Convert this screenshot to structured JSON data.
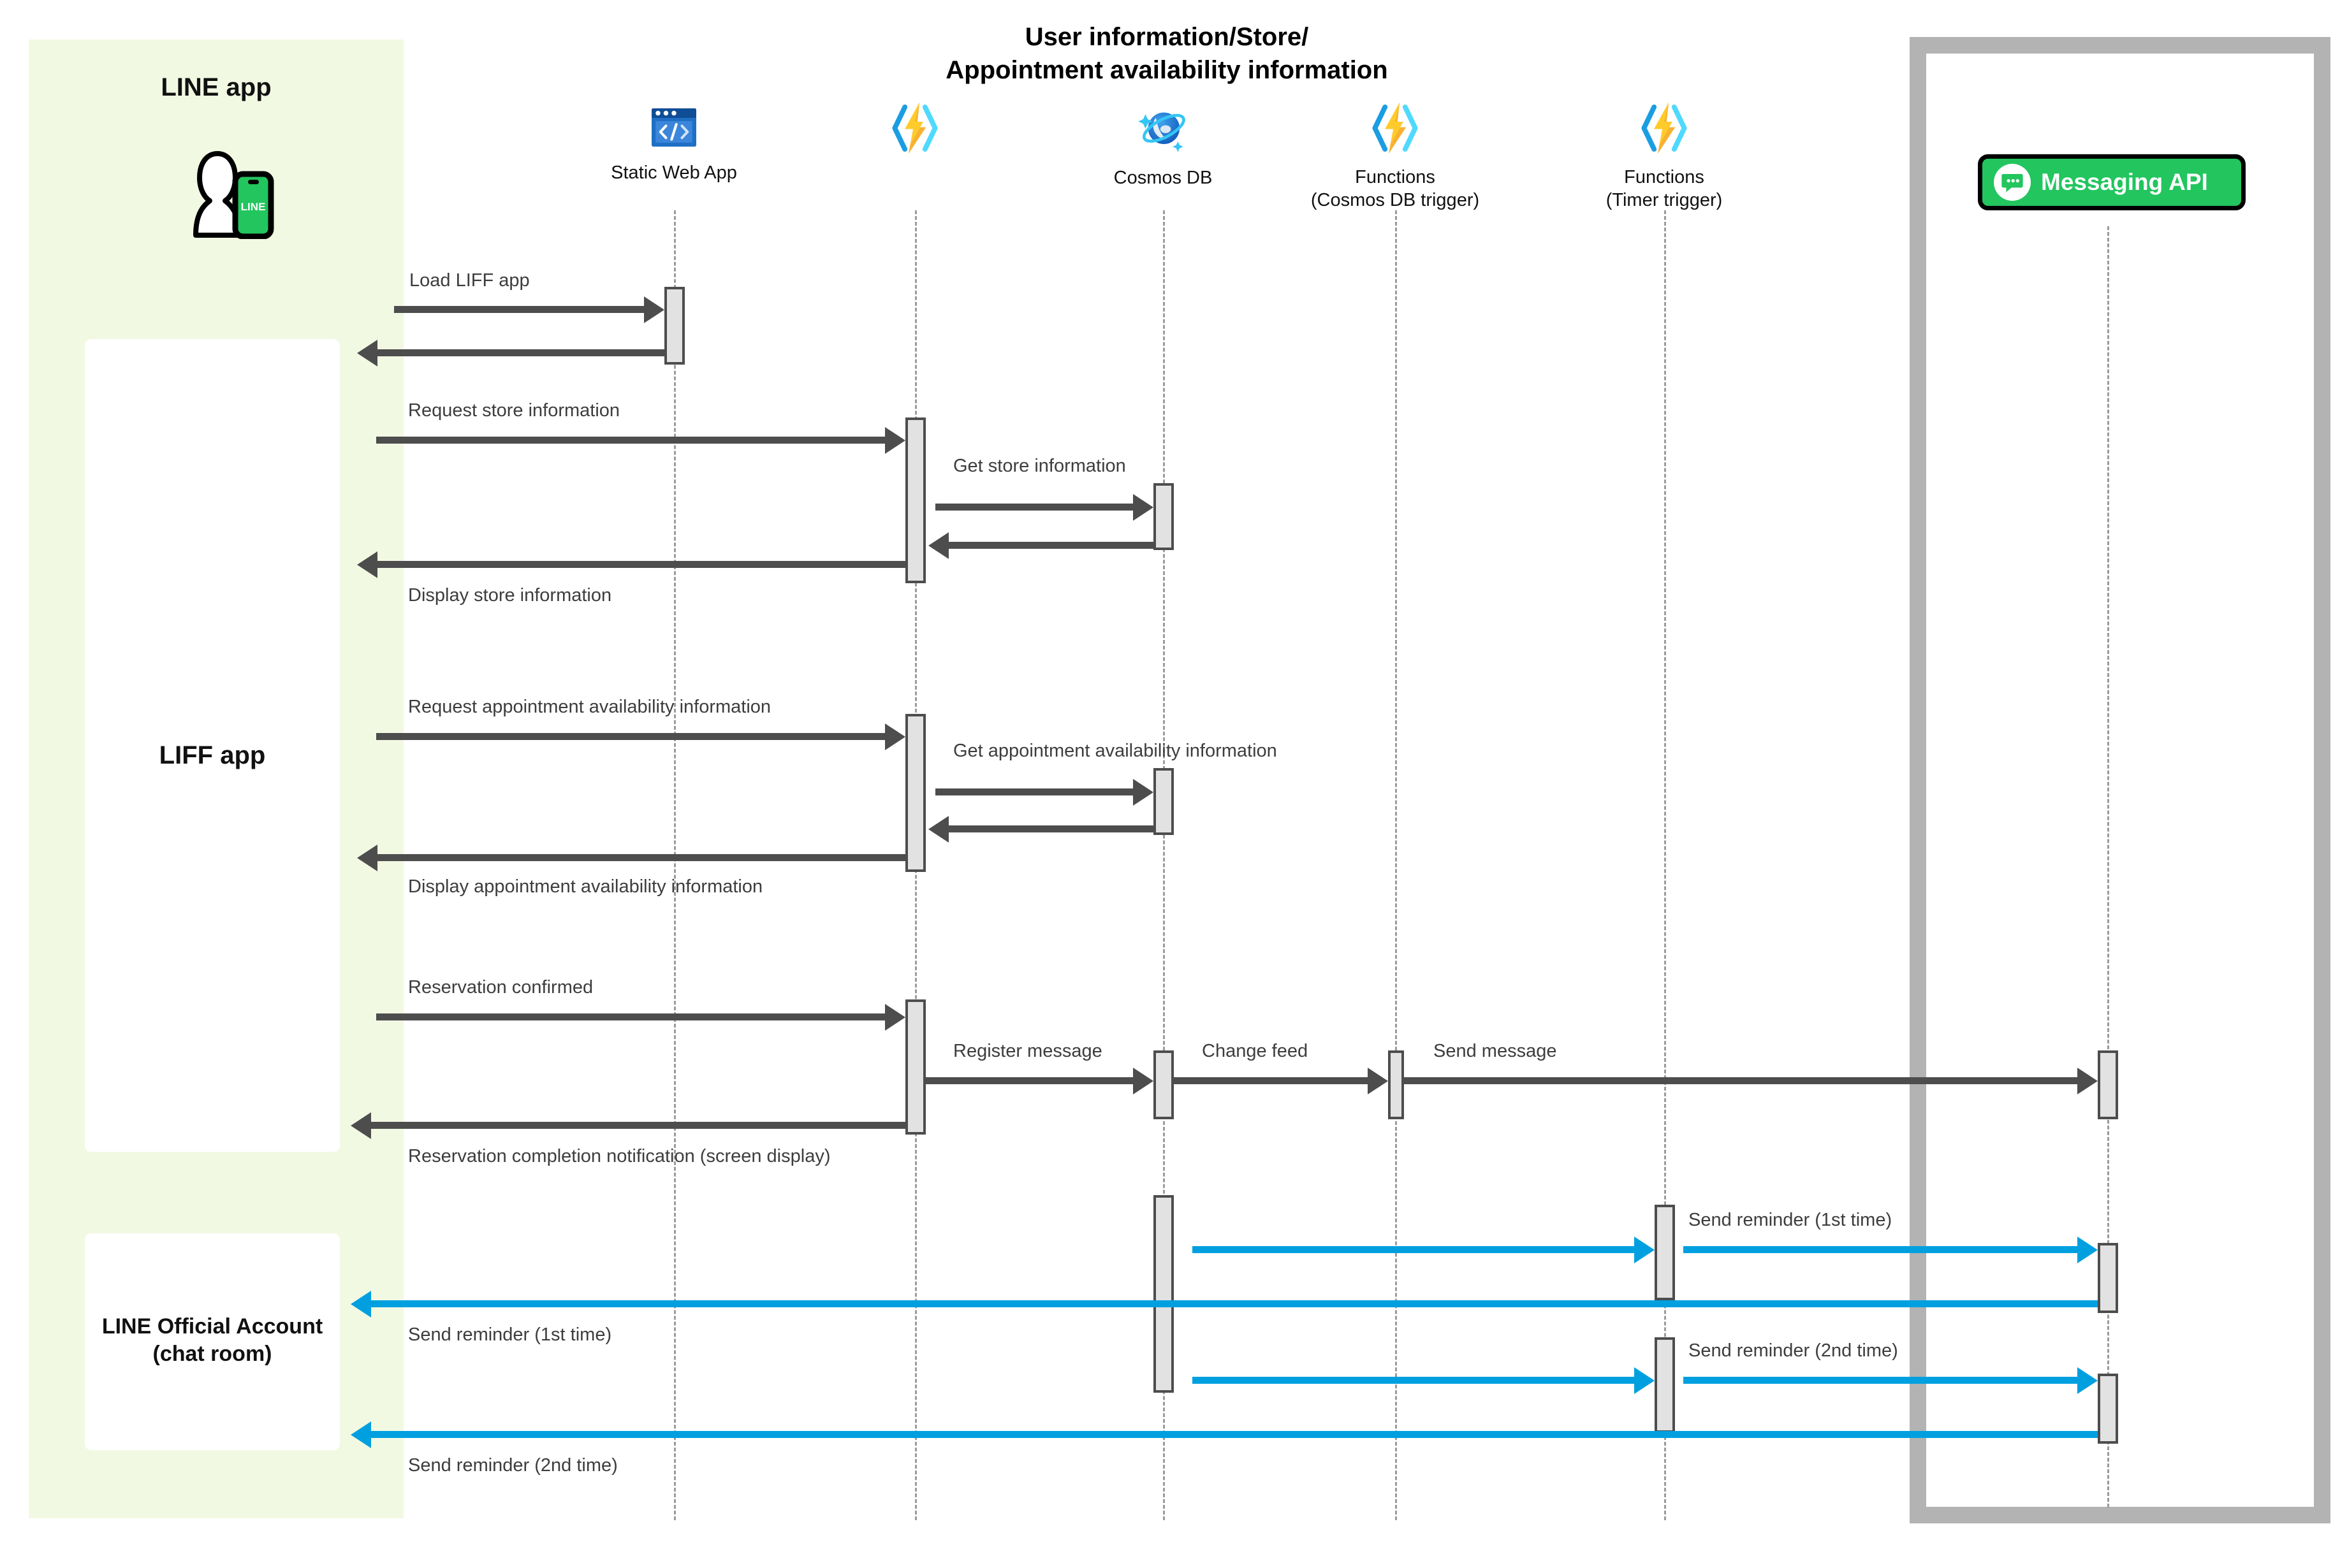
{
  "diagram": {
    "title_line1": "User information/Store/",
    "title_line2": "Appointment availability information",
    "accent_gray": "#4d4d4d",
    "accent_blue": "#00a0e0",
    "band_green": "#f2f9e3",
    "frame_gray": "#b3b3b3",
    "line_green": "#22c55e"
  },
  "band": {
    "line_app_label": "LINE app",
    "liff_app_label": "LIFF app",
    "chat_label_line1": "LINE Official Account",
    "chat_label_line2": "(chat room)"
  },
  "participants": [
    {
      "id": "static-web-app",
      "label": "Static Web App",
      "icon": "static-web-app-icon"
    },
    {
      "id": "functions-api",
      "label": "",
      "icon": "azure-functions-icon"
    },
    {
      "id": "cosmos-db",
      "label": "Cosmos DB",
      "icon": "cosmos-db-icon"
    },
    {
      "id": "functions-cosmos-trigger",
      "label": "Functions\n(Cosmos DB trigger)",
      "icon": "azure-functions-icon"
    },
    {
      "id": "functions-timer-trigger",
      "label": "Functions\n(Timer trigger)",
      "icon": "azure-functions-icon"
    },
    {
      "id": "messaging-api",
      "label": "Messaging API",
      "icon": "line-messaging-api-icon"
    }
  ],
  "messaging_api_badge": {
    "label": "Messaging API",
    "icon": "chat-bubble-icon"
  },
  "messages": [
    {
      "id": "m1",
      "label": "Load LIFF app",
      "color": "gray",
      "direction": "right"
    },
    {
      "id": "m2",
      "label": "",
      "color": "gray",
      "direction": "left"
    },
    {
      "id": "m3",
      "label": "Request store information",
      "color": "gray",
      "direction": "right"
    },
    {
      "id": "m4",
      "label": "Get store information",
      "color": "gray",
      "direction": "right"
    },
    {
      "id": "m5",
      "label": "",
      "color": "gray",
      "direction": "left"
    },
    {
      "id": "m6",
      "label": "Display store information",
      "color": "gray",
      "direction": "left"
    },
    {
      "id": "m7",
      "label": "Request appointment availability information",
      "color": "gray",
      "direction": "right"
    },
    {
      "id": "m8",
      "label": "Get appointment availability information",
      "color": "gray",
      "direction": "right"
    },
    {
      "id": "m9",
      "label": "",
      "color": "gray",
      "direction": "left"
    },
    {
      "id": "m10",
      "label": "Display appointment availability information",
      "color": "gray",
      "direction": "left"
    },
    {
      "id": "m11",
      "label": "Reservation confirmed",
      "color": "gray",
      "direction": "right"
    },
    {
      "id": "m12",
      "label": "Register message",
      "color": "gray",
      "direction": "right"
    },
    {
      "id": "m13",
      "label": "Change feed",
      "color": "gray",
      "direction": "right"
    },
    {
      "id": "m14",
      "label": "Send message",
      "color": "gray",
      "direction": "right"
    },
    {
      "id": "m15",
      "label": "Reservation completion notification (screen display)",
      "color": "gray",
      "direction": "left"
    },
    {
      "id": "m16",
      "label": "",
      "color": "blue",
      "direction": "right"
    },
    {
      "id": "m17",
      "label": "Send reminder (1st time)",
      "color": "blue",
      "direction": "right"
    },
    {
      "id": "m18",
      "label": "Send reminder (1st time)",
      "color": "blue",
      "direction": "left"
    },
    {
      "id": "m19",
      "label": "",
      "color": "blue",
      "direction": "right"
    },
    {
      "id": "m20",
      "label": "Send reminder (2nd time)",
      "color": "blue",
      "direction": "right"
    },
    {
      "id": "m21",
      "label": "Send reminder (2nd time)",
      "color": "blue",
      "direction": "left"
    }
  ]
}
